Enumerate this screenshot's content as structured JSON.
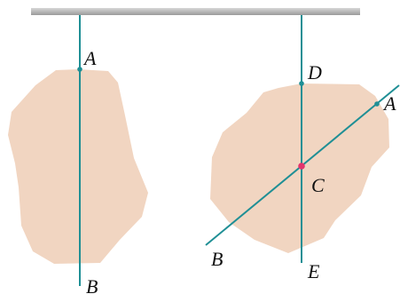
{
  "diagram": {
    "left_figure": {
      "labels": {
        "top": "A",
        "bottom": "B"
      }
    },
    "right_figure": {
      "labels": {
        "top_vertical": "D",
        "upper_right": "A",
        "center": "C",
        "lower_left": "B",
        "bottom_vertical": "E"
      }
    }
  },
  "colors": {
    "ceiling_light": "#d7d7d7",
    "ceiling_dark": "#9a9a9a",
    "line": "#1f8f95",
    "body": "#f1d5c1",
    "point": "#1f8f95",
    "center_point": "#e3346d",
    "label": "#111111"
  }
}
